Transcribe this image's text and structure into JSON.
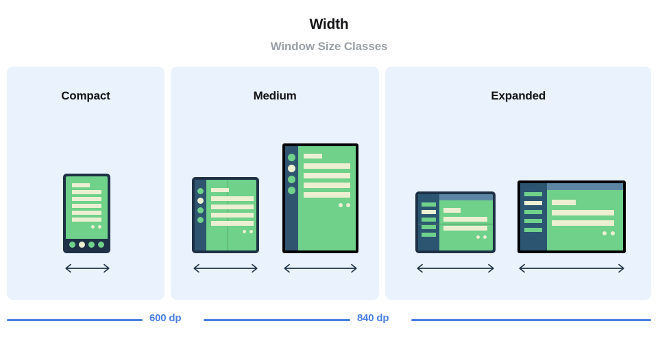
{
  "header": {
    "title": "Width",
    "subtitle": "Window Size Classes"
  },
  "panels": [
    {
      "key": "compact",
      "title": "Compact",
      "devices": [
        {
          "name": "phone",
          "frame": "navy",
          "orientation": "portrait",
          "nav": "bottom-bar",
          "nav_items": 4,
          "nav_active_index": 1,
          "content_lines": 6,
          "dots": 2,
          "fold": "none"
        }
      ],
      "arrows": 1
    },
    {
      "key": "medium",
      "title": "Medium",
      "devices": [
        {
          "name": "foldable-portrait",
          "frame": "navy",
          "orientation": "portrait",
          "nav": "rail",
          "nav_items": 4,
          "nav_active_index": 1,
          "content_lines": 5,
          "dots": 2,
          "fold": "vertical"
        },
        {
          "name": "tablet-portrait",
          "frame": "black",
          "orientation": "portrait",
          "nav": "rail",
          "nav_items": 4,
          "nav_active_index": 1,
          "content_lines": 5,
          "dots": 2,
          "fold": "none"
        }
      ],
      "arrows": 2
    },
    {
      "key": "expanded",
      "title": "Expanded",
      "devices": [
        {
          "name": "foldable-landscape",
          "frame": "navy",
          "orientation": "landscape",
          "nav": "drawer",
          "nav_items": 5,
          "nav_active_index": 1,
          "content_lines": 3,
          "dots": 2,
          "fold": "horizontal"
        },
        {
          "name": "tablet-landscape",
          "frame": "black",
          "orientation": "landscape",
          "nav": "drawer",
          "nav_items": 5,
          "nav_active_index": 1,
          "content_lines": 3,
          "dots": 2,
          "fold": "none"
        }
      ],
      "arrows": 2
    }
  ],
  "ruler": {
    "breakpoints": [
      {
        "label": "600 dp"
      },
      {
        "label": "840 dp"
      }
    ]
  },
  "colors": {
    "panel_background": "#eaf2fd",
    "device_frame_navy": "#1e3146",
    "device_frame_black": "#000000",
    "screen_green": "#6fd18a",
    "content_cream": "#edefd2",
    "nav_rail_blue": "#2f5470",
    "top_bar_blue": "#5d86a4",
    "breakpoint_blue": "#4a7fe0",
    "title_black": "#131416",
    "subtitle_gray": "#9aa0a6",
    "page_background": "#ffffff"
  }
}
